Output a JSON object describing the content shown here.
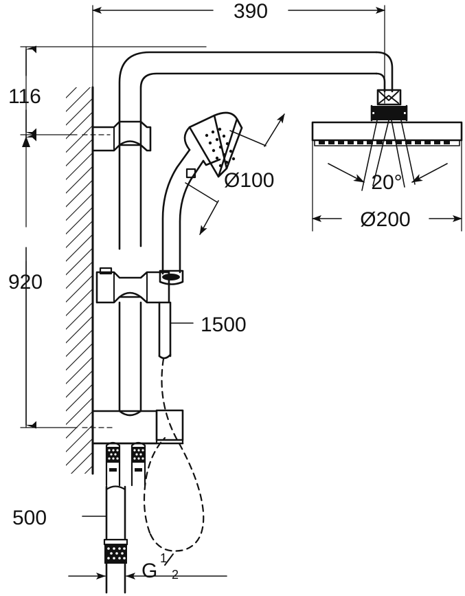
{
  "drawing": {
    "type": "technical-dimension-drawing",
    "subject": "Wall-mounted shower system with head shower, hand shower, slide bar and thermostatic mixer",
    "units": "mm",
    "background_color": "#ffffff",
    "line_color": "#111111"
  },
  "dimensions": {
    "arm_projection": "390",
    "wall_bracket_offset": "116",
    "mixer_height": "920",
    "hose_length": "1500",
    "lower_hose_length": "500",
    "hand_shower_diameter": "Ø100",
    "head_shower_diameter": "Ø200",
    "spray_angle": "20°",
    "thread_label_main": "G",
    "thread_label_numerator": "1",
    "thread_label_denominator": "2"
  },
  "parts": {
    "head_shower": "head-shower",
    "shower_arm": "shower-arm",
    "riser_pipe": "riser-pipe",
    "wall_bracket": "wall-bracket",
    "hand_shower": "hand-shower",
    "slide_bar_holder": "slide-bar-holder",
    "shower_hose": "shower-hose",
    "mixer_body": "thermostatic-mixer",
    "connector_nuts": "connection-nuts",
    "wall": "wall-hatching"
  }
}
